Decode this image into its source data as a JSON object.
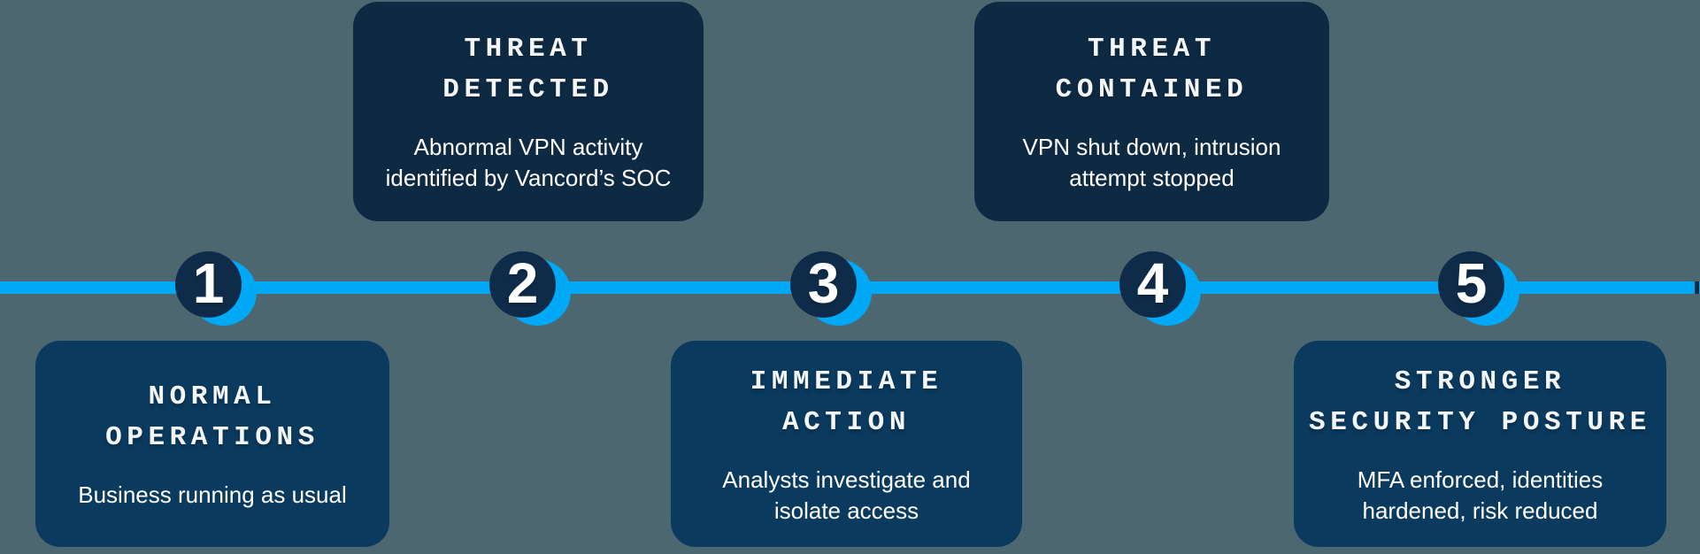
{
  "colors": {
    "background": "#4C6770",
    "accent_blue": "#00A9F5",
    "card_top": "#0E2A43",
    "card_bottom": "#0A3A5E",
    "circle": "#0E2C49",
    "title_text": "#F4F6F8",
    "body_text": "#FFFFFF"
  },
  "steps": [
    {
      "number": "1",
      "title_line1": "NORMAL",
      "title_line2": "OPERATIONS",
      "description": "Business running as usual"
    },
    {
      "number": "2",
      "title_line1": "THREAT",
      "title_line2": "DETECTED",
      "description": "Abnormal VPN activity identified by Vancord’s SOC"
    },
    {
      "number": "3",
      "title_line1": "IMMEDIATE",
      "title_line2": "ACTION",
      "description": "Analysts investigate and isolate access"
    },
    {
      "number": "4",
      "title_line1": "THREAT",
      "title_line2": "CONTAINED",
      "description": "VPN shut down, intrusion attempt stopped"
    },
    {
      "number": "5",
      "title_line1": "STRONGER",
      "title_line2": "SECURITY POSTURE",
      "description": "MFA enforced, identities hardened, risk reduced"
    }
  ]
}
